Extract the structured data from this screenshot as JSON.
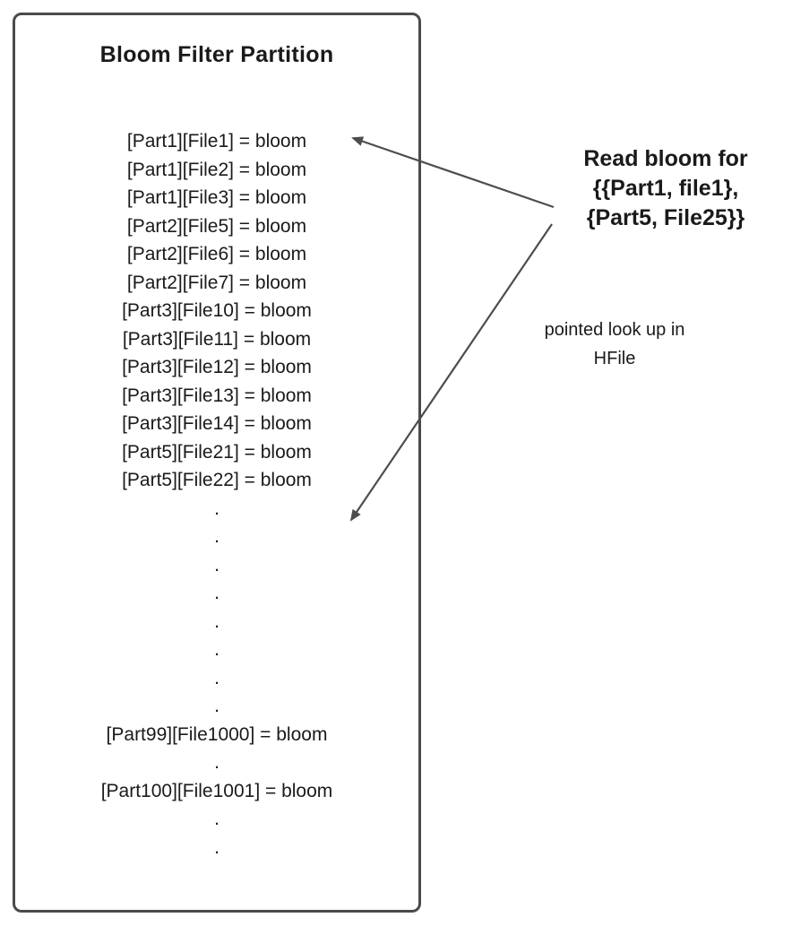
{
  "colors": {
    "border": "#4a4a4a",
    "arrow": "#4d4d4d",
    "text": "#1a1a1a"
  },
  "box": {
    "title": "Bloom Filter Partition",
    "lines": [
      "[Part1][File1] = bloom",
      "[Part1][File2] = bloom",
      "[Part1][File3] = bloom",
      "[Part2][File5] = bloom",
      "[Part2][File6] = bloom",
      "[Part2][File7] = bloom",
      "[Part3][File10] = bloom",
      "[Part3][File11] = bloom",
      "[Part3][File12] = bloom",
      "[Part3][File13] = bloom",
      "[Part3][File14] = bloom",
      "[Part5][File21] = bloom",
      "[Part5][File22] = bloom",
      ".",
      ".",
      ".",
      ".",
      ".",
      ".",
      ".",
      ".",
      "[Part99][File1000] = bloom",
      ".",
      "[Part100][File1001] = bloom",
      ".",
      "."
    ]
  },
  "annotations": {
    "read_bloom": "Read bloom for\n{{Part1, file1},\n{Part5, File25}}",
    "pointed_lookup": "pointed look up in\nHFile"
  }
}
